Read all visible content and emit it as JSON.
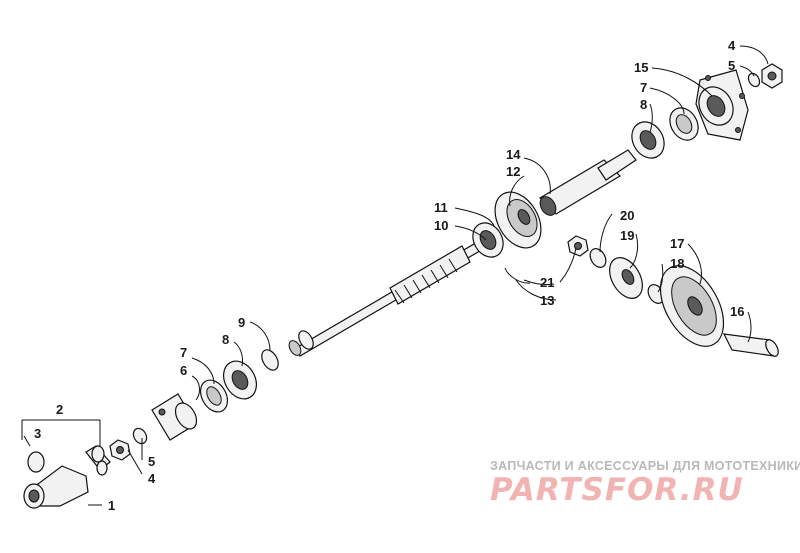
{
  "labels": {
    "l1": "1",
    "l2": "2",
    "l3": "3",
    "l4a": "4",
    "l4b": "4",
    "l5a": "5",
    "l5b": "5",
    "l6": "6",
    "l7a": "7",
    "l7b": "7",
    "l8a": "8",
    "l8b": "8",
    "l9": "9",
    "l10": "10",
    "l11": "11",
    "l12": "12",
    "l13": "13",
    "l14": "14",
    "l15": "15",
    "l16": "16",
    "l17": "17",
    "l18": "18",
    "l19": "19",
    "l20": "20",
    "l21": "21"
  },
  "watermark": {
    "tagline": "ЗАПЧАСТИ И АКСЕССУАРЫ ДЛЯ МОТОТЕХНИКИ",
    "brand": "PARTSFOR.RU"
  }
}
